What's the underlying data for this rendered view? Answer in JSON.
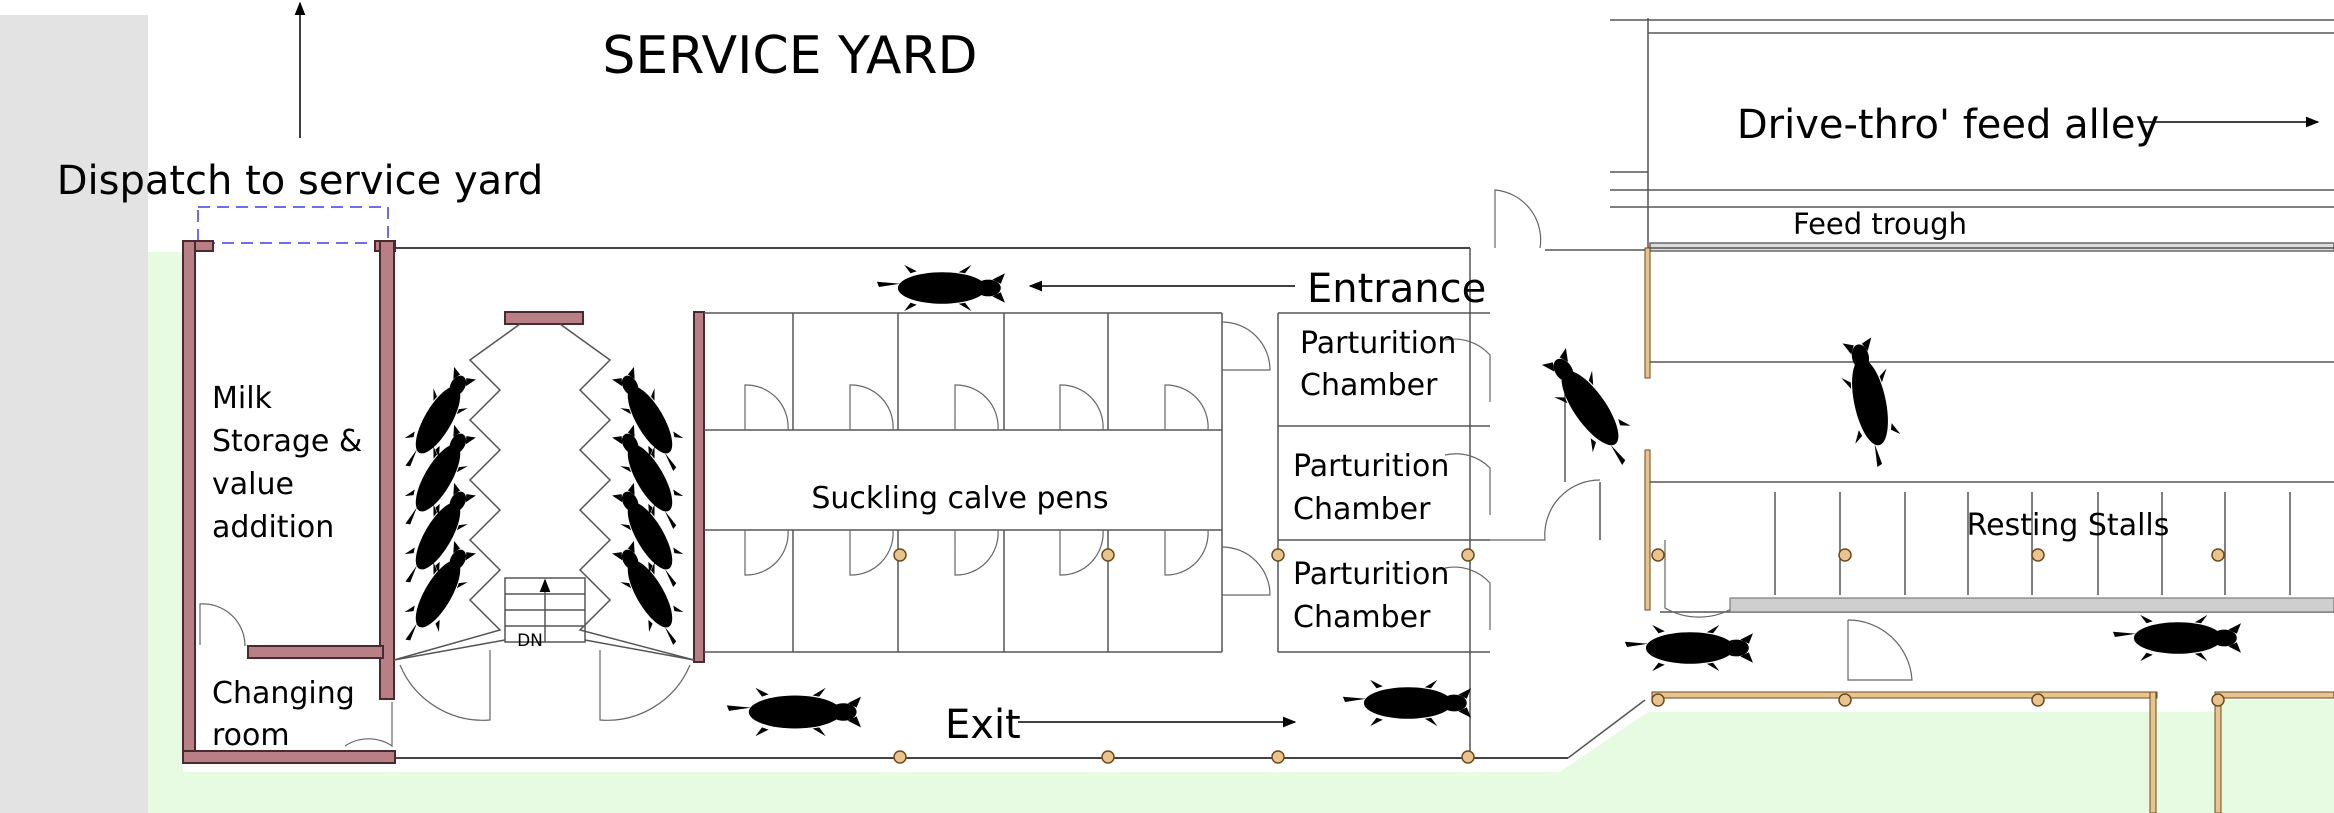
{
  "labels": {
    "service_yard": "SERVICE YARD",
    "dispatch": "Dispatch to service yard",
    "drive_thro": "Drive-thro' feed alley",
    "feed_trough": "Feed trough",
    "entrance": "Entrance",
    "exit": "Exit",
    "suckling_pens": "Suckling calve pens",
    "resting_stalls": "Resting Stalls",
    "stair_dn": "DN",
    "milk_storage": [
      "Milk",
      "Storage &",
      "value",
      "addition"
    ],
    "changing_room": [
      "Changing",
      "room"
    ],
    "parturition_1": [
      "Parturition",
      "Chamber"
    ],
    "parturition_2": [
      "Parturition",
      "Chamber"
    ],
    "parturition_3": [
      "Parturition",
      "Chamber"
    ]
  },
  "colors": {
    "wall": "#b97f86",
    "grass": "#e6fbe1",
    "side_strip": "#e3e3e3",
    "post": "#e9c48f",
    "dispatch_dash": "#6d6df0",
    "cow": "#000000"
  },
  "icons": [
    "cow-icon",
    "arrow-icon"
  ]
}
